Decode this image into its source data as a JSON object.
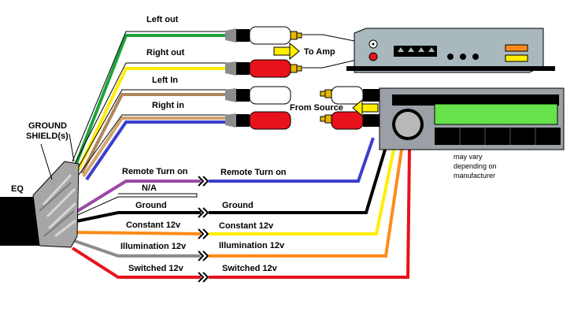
{
  "labels": {
    "left_out": "Left out",
    "right_out": "Right out",
    "left_in": "Left In",
    "right_in": "Right in",
    "to_amp": "To Amp",
    "from_source": "From Source",
    "ground_shields": [
      "GROUND",
      "SHIELD(s)"
    ],
    "eq": "EQ",
    "remote_left": "Remote Turn on",
    "remote_right": "Remote Turn on",
    "na": "N/A",
    "ground_left": "Ground",
    "ground_right": "Ground",
    "constant_left": "Constant 12v",
    "constant_right": "Constant 12v",
    "illumination_left": "Illumination 12v",
    "illumination_right": "Illumination 12v",
    "switched_left": "Switched 12v",
    "switched_right": "Switched 12v",
    "may_vary": [
      "may vary",
      "depending on",
      "manufacturer"
    ]
  },
  "colors": {
    "green": "#1aa33a",
    "yellow": "#ffee00",
    "brown": "#b0855c",
    "tan": "#d2a36e",
    "blue": "#3b3fcc",
    "purple": "#9b4aa6",
    "black": "#000000",
    "orange": "#ff8a1a",
    "gray": "#8c8c8c",
    "red": "#e8121c",
    "rca_white": "#ffffff",
    "rca_red": "#e8121c",
    "rca_gold": "#e8b800",
    "amp_body": "#a9b8bd",
    "headunit_body": "#9aa0a6",
    "display": "#66e34a",
    "knob": "#b9b9b9",
    "arrow_yellow": "#ffee00"
  },
  "icons": {
    "amplifier": "amplifier-icon",
    "head_unit": "head-unit-icon",
    "eq_cable": "eq-cable-bundle-icon"
  }
}
